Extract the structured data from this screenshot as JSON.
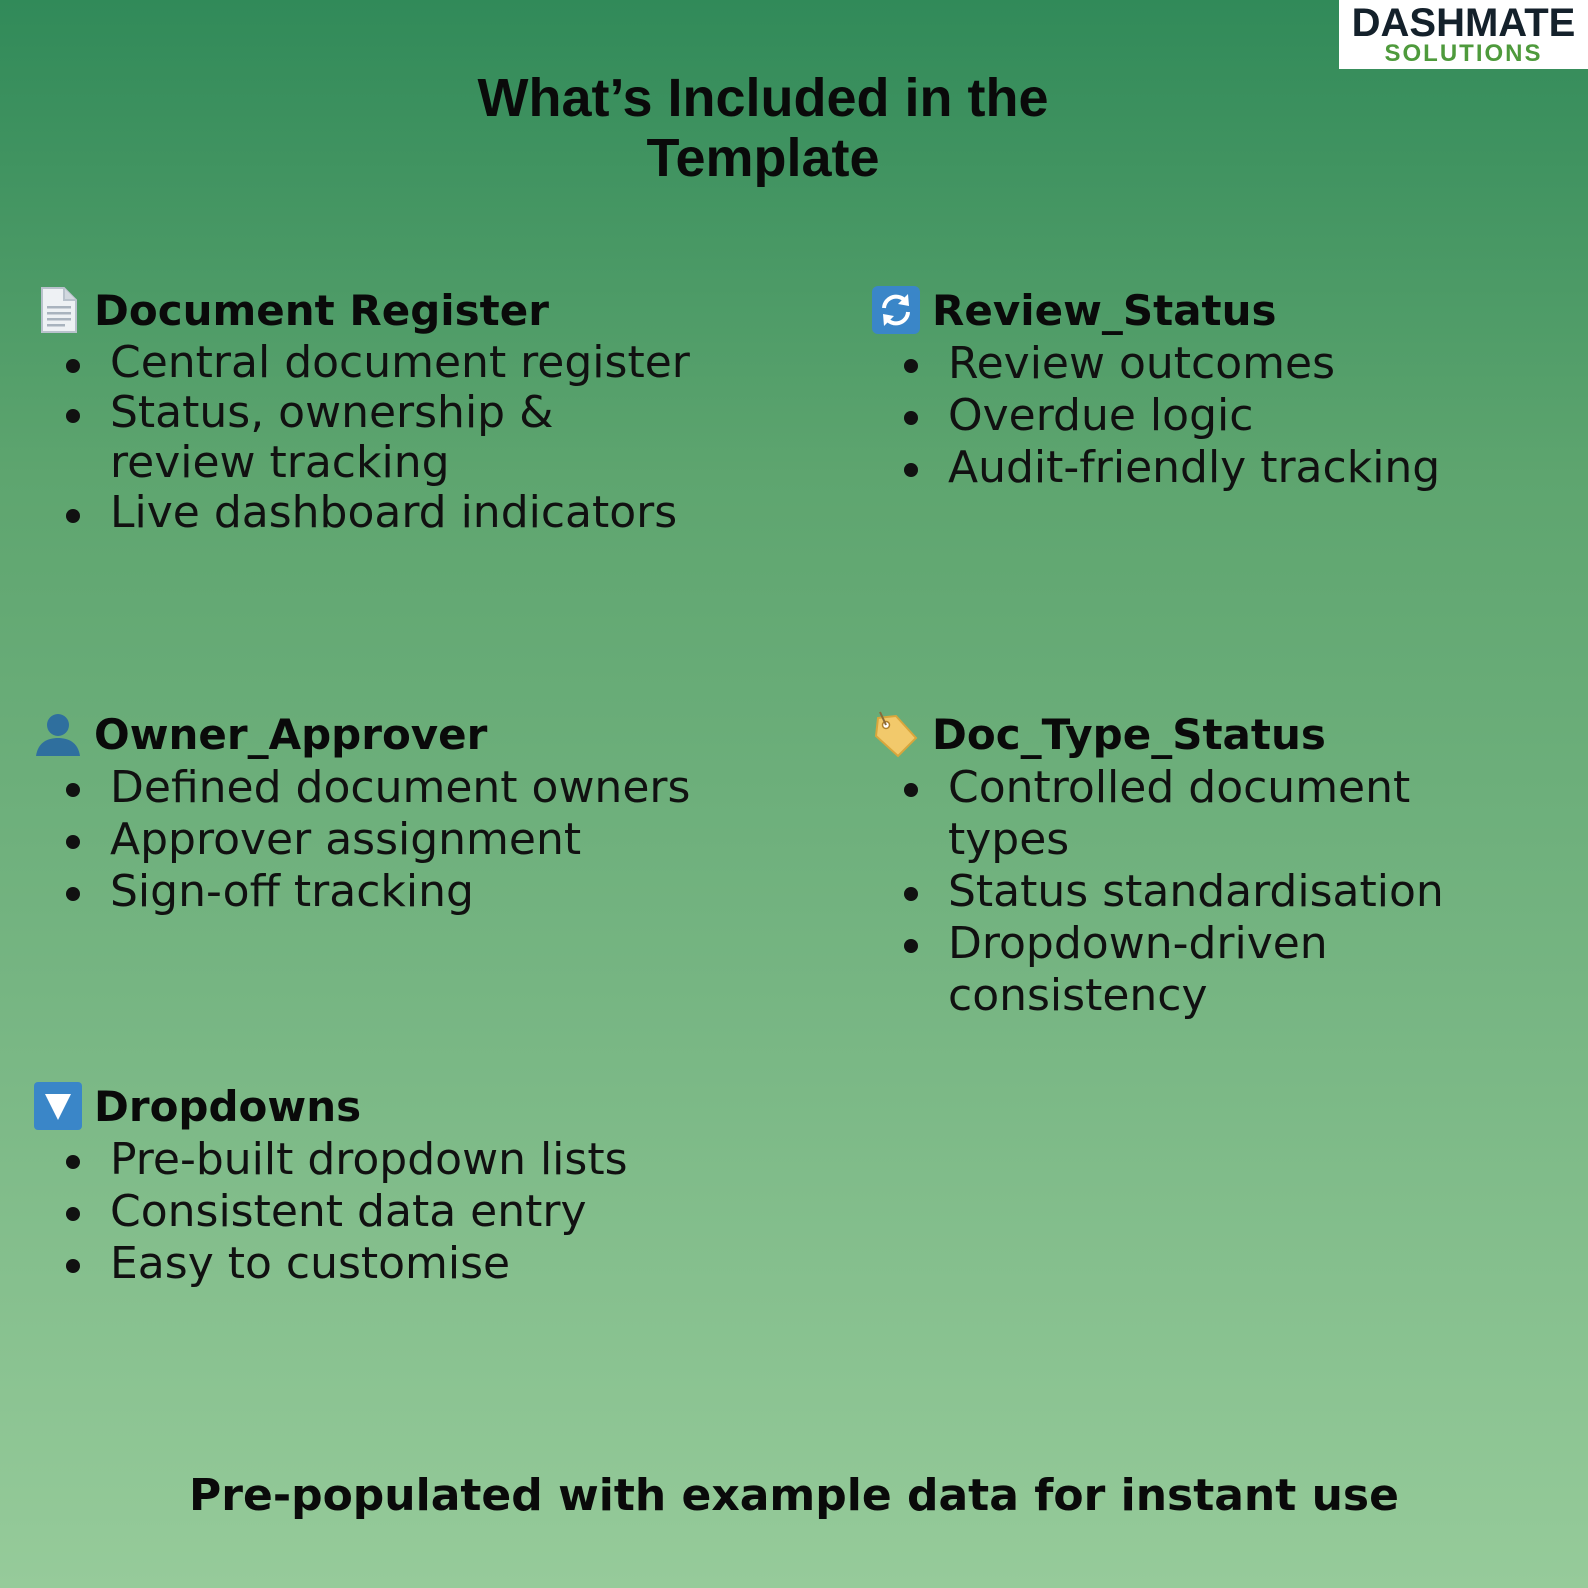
{
  "logo": {
    "line1": "DASHMATE",
    "line2": "SOLUTIONS"
  },
  "title": "What’s Included in the Template",
  "sections": {
    "document_register": {
      "heading": "Document Register",
      "icon": "document-icon",
      "items": [
        "Central document register",
        "Status, ownership & review tracking",
        "Live dashboard indicators"
      ]
    },
    "review_status": {
      "heading": "Review_Status",
      "icon": "refresh-icon",
      "items": [
        "Review outcomes",
        "Overdue logic",
        "Audit-friendly tracking"
      ]
    },
    "owner_approver": {
      "heading": "Owner_Approver",
      "icon": "person-icon",
      "items": [
        "Defined document owners",
        "Approver assignment",
        "Sign-off tracking"
      ]
    },
    "doc_type_status": {
      "heading": "Doc_Type_Status",
      "icon": "tag-icon",
      "items": [
        "Controlled document types",
        "Status standardisation",
        "Dropdown-driven consistency"
      ]
    },
    "dropdowns": {
      "heading": "Dropdowns",
      "icon": "down-triangle-icon",
      "items": [
        "Pre-built dropdown lists",
        "Consistent data entry",
        "Easy to customise"
      ]
    }
  },
  "footer": "Pre-populated with example data for instant use",
  "colors": {
    "logo_dark": "#14212b",
    "logo_green": "#4e9a3c",
    "bg_top": "#318a59",
    "bg_bottom": "#96cb9a"
  }
}
